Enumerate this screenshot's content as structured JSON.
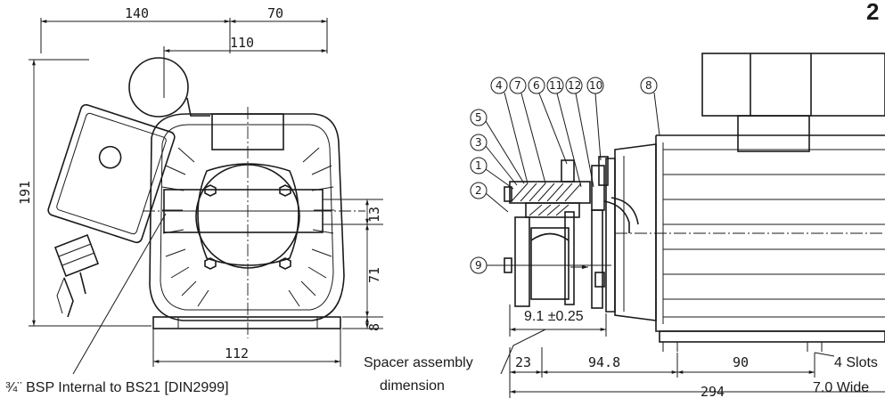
{
  "page_marker": "2",
  "front_view": {
    "dims": {
      "overall_width_left": "140",
      "overall_width_right": "70",
      "pump_body_width": "110",
      "overall_height": "191",
      "shaft_offset": "13",
      "shaft_height": "71",
      "foot_thickness": "8",
      "foot_width": "112"
    },
    "connection_note": "¾¨ BSP Internal to BS21 [DIN2999]"
  },
  "side_view": {
    "callouts": [
      "4",
      "7",
      "6",
      "11",
      "12",
      "10",
      "8",
      "5",
      "3",
      "1",
      "2",
      "9"
    ],
    "dims": {
      "spacer_dim": "9.1 ±0.25",
      "d1": "23",
      "d2": "94.8",
      "d3": "90",
      "overall_length": "294"
    },
    "spacer_label_line1": "Spacer assembly",
    "spacer_label_line2": "dimension",
    "slots_line1": "4 Slots",
    "slots_line2": "7.0 Wide"
  }
}
